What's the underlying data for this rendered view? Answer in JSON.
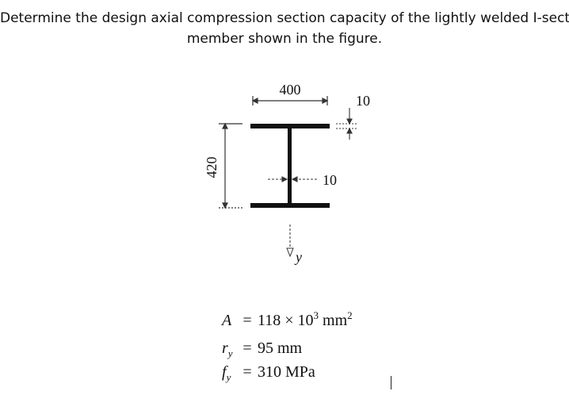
{
  "question": {
    "line1": "Determine the design axial compression section capacity of the lightly welded I-section",
    "line2": "member shown in the figure."
  },
  "figure": {
    "flange_width_label": "400",
    "flange_thickness_label": "10",
    "web_thickness_label": "10",
    "depth_label": "420",
    "axis_label": "y"
  },
  "properties": {
    "area": {
      "symbol": "A",
      "eq": "=",
      "value": "118 × 10",
      "exp": "3",
      "unit": "mm",
      "unit_exp": "2"
    },
    "radius": {
      "symbol": "r",
      "sub": "y",
      "eq": "=",
      "value": "95  mm"
    },
    "yield": {
      "symbol": "f",
      "sub": "y",
      "eq": "=",
      "value": "310  MPa"
    }
  },
  "colors": {
    "steel": "#111111",
    "dim_line": "#333333"
  }
}
